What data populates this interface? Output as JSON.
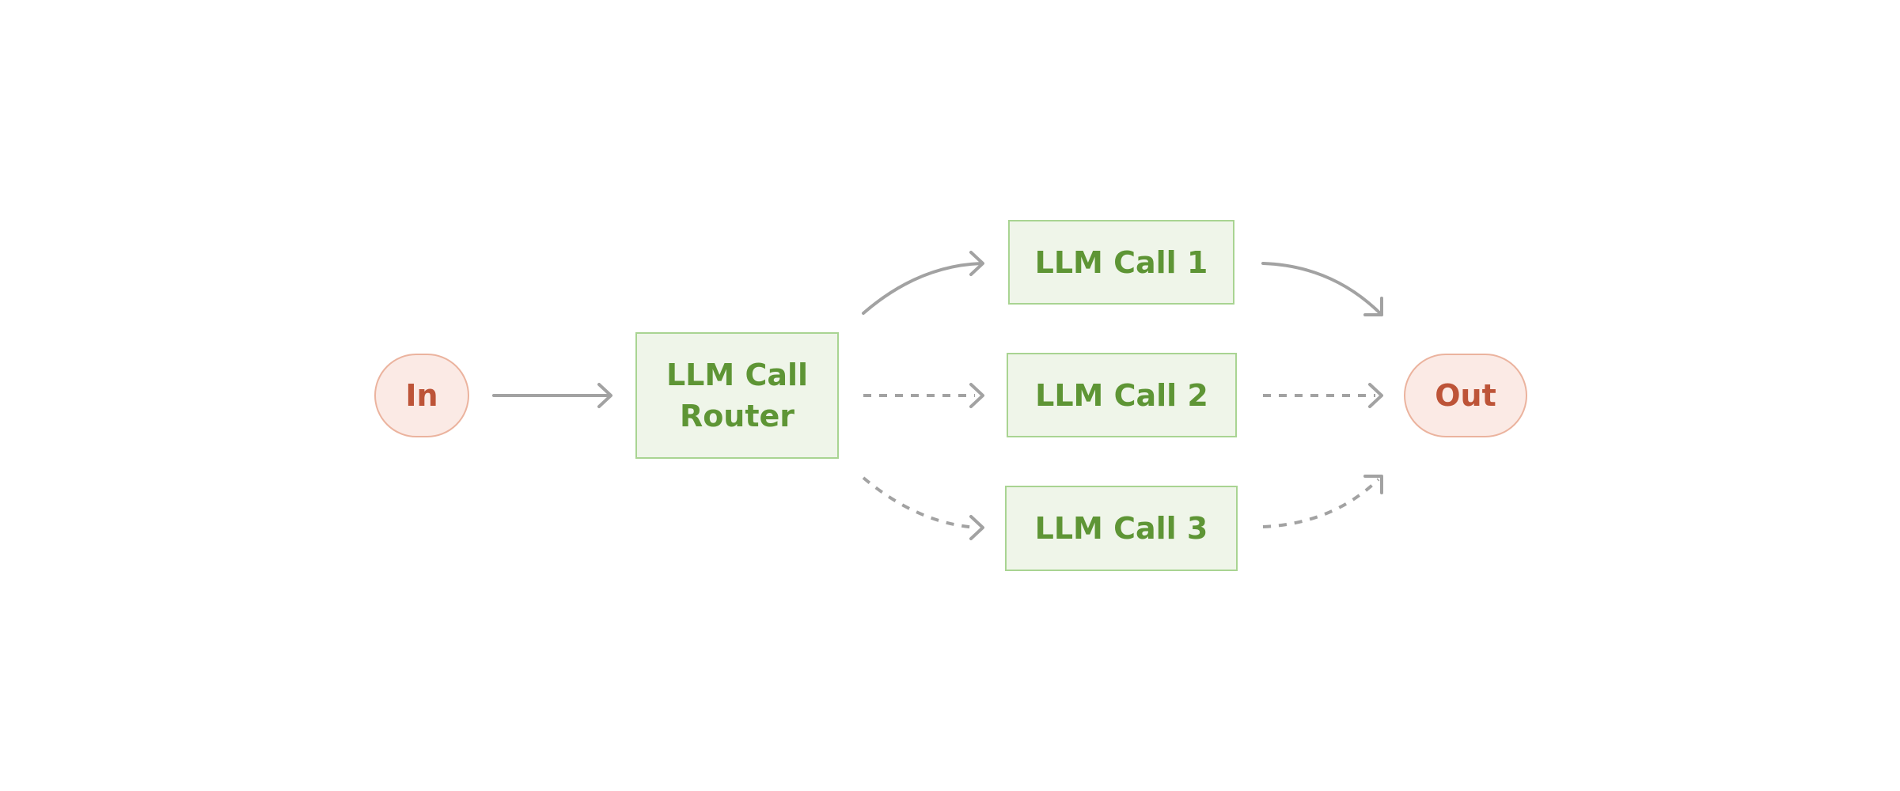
{
  "diagram": {
    "input_label": "In",
    "output_label": "Out",
    "router_label": "LLM Call\nRouter",
    "calls": [
      "LLM Call 1",
      "LLM Call 2",
      "LLM Call 3"
    ]
  },
  "colors": {
    "terminal_fill": "#fbeae5",
    "terminal_border": "#ebb39e",
    "terminal_text": "#bd5438",
    "box_fill": "#eff5e9",
    "box_border": "#a9d492",
    "box_text": "#5e9535",
    "arrow": "#a2a2a2"
  }
}
